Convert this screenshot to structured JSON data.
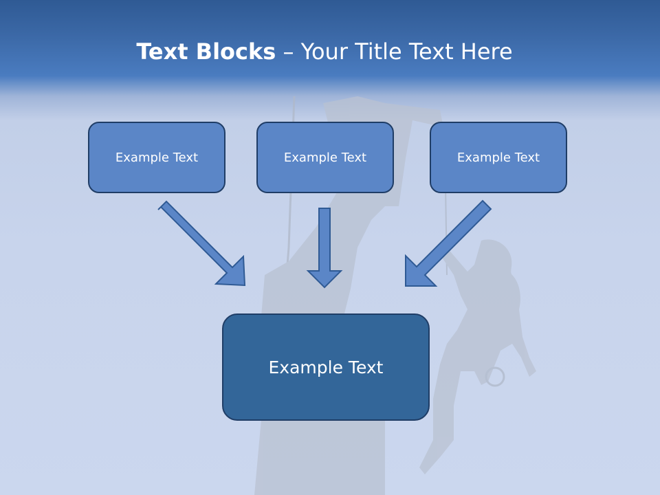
{
  "title": {
    "bold": "Text Blocks",
    "separator": " – ",
    "rest": "Your Title Text Here"
  },
  "blocks": {
    "left": "Example Text",
    "center": "Example Text",
    "right": "Example Text",
    "main": "Example Text"
  },
  "colors": {
    "box_fill": "#5b86c7",
    "main_box_fill": "#336699",
    "box_border": "#1f3d66",
    "arrow_fill": "#5b86c7"
  }
}
